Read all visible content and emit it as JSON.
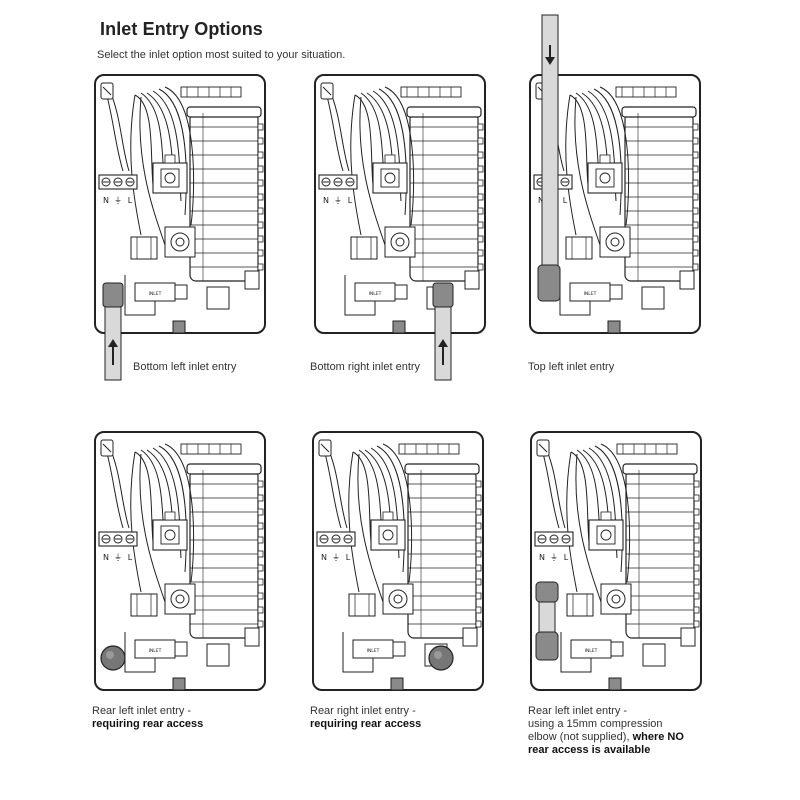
{
  "page": {
    "title": "Inlet Entry Options",
    "subtitle": "Select the inlet option most suited to your situation."
  },
  "options": [
    {
      "caption": [
        "Bottom left inlet entry"
      ],
      "caption_bold": []
    },
    {
      "caption": [
        "Bottom right inlet entry"
      ],
      "caption_bold": []
    },
    {
      "caption": [
        "Top left inlet entry"
      ],
      "caption_bold": []
    },
    {
      "caption": [
        "Rear left inlet entry -"
      ],
      "caption_bold": [
        "requiring rear access"
      ]
    },
    {
      "caption": [
        "Rear right inlet entry -"
      ],
      "caption_bold": [
        "requiring rear access"
      ]
    },
    {
      "caption": [
        "Rear left inlet entry -",
        "using a 15mm compression",
        "elbow (not supplied),"
      ],
      "caption_bold": [
        "where NO",
        "rear access is available"
      ]
    }
  ],
  "terminal_labels": {
    "neutral": "N",
    "earth": "⏚",
    "live": "L"
  },
  "inlet_tag": "INLET",
  "colors": {
    "line": "#222222",
    "pipe": "#d9d9d9",
    "fitting": "#8a8a8a"
  }
}
